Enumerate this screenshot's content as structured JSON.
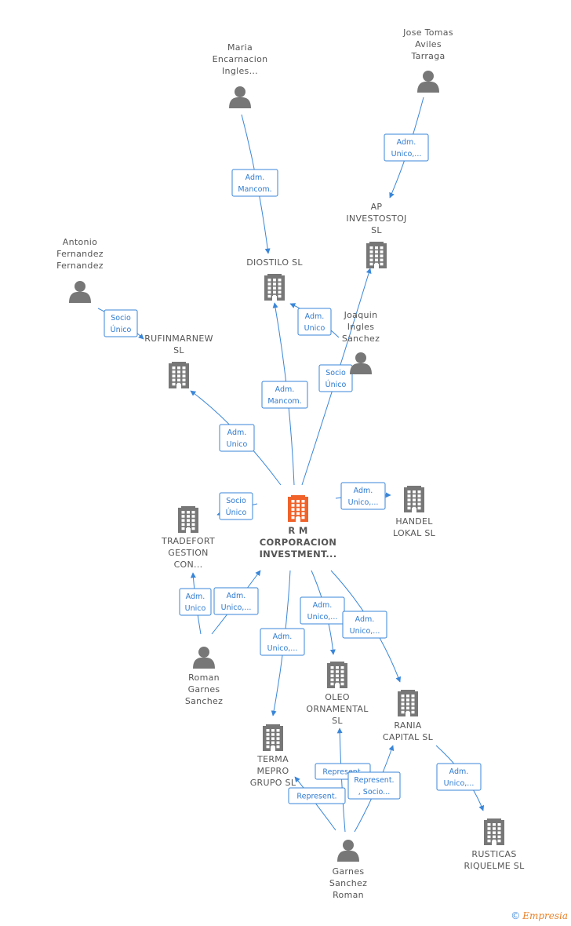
{
  "colors": {
    "edge": "#3a86d8",
    "node": "#777777",
    "highlight": "#f0622a"
  },
  "nodes": [
    {
      "id": "rm",
      "type": "company",
      "highlight": true,
      "lines": [
        "R M",
        "CORPORACION",
        "INVESTMENT..."
      ]
    },
    {
      "id": "maria",
      "type": "person",
      "lines": [
        "Maria",
        "Encarnacion",
        "Ingles..."
      ]
    },
    {
      "id": "jose",
      "type": "person",
      "lines": [
        "Jose Tomas",
        "Aviles",
        "Tarraga"
      ]
    },
    {
      "id": "antonio",
      "type": "person",
      "lines": [
        "Antonio",
        "Fernandez",
        "Fernandez"
      ]
    },
    {
      "id": "joaquin",
      "type": "person",
      "lines": [
        "Joaquin",
        "Ingles",
        "Sanchez"
      ]
    },
    {
      "id": "roman",
      "type": "person",
      "lines": [
        "Roman",
        "Garnes",
        "Sanchez"
      ]
    },
    {
      "id": "garnes",
      "type": "person",
      "lines": [
        "Garnes",
        "Sanchez",
        "Roman"
      ]
    },
    {
      "id": "diostilo",
      "type": "company",
      "lines": [
        "DIOSTILO  SL"
      ]
    },
    {
      "id": "ap",
      "type": "company",
      "lines": [
        "AP",
        "INVESTOSTOJ",
        "SL"
      ]
    },
    {
      "id": "rufin",
      "type": "company",
      "lines": [
        "RUFINMARNEW",
        "SL"
      ]
    },
    {
      "id": "tradefort",
      "type": "company",
      "lines": [
        "TRADEFORT",
        "GESTION",
        "CON..."
      ]
    },
    {
      "id": "handel",
      "type": "company",
      "lines": [
        "HANDEL",
        "LOKAL  SL"
      ]
    },
    {
      "id": "oleo",
      "type": "company",
      "lines": [
        "OLEO",
        "ORNAMENTAL",
        "SL"
      ]
    },
    {
      "id": "rania",
      "type": "company",
      "lines": [
        "RANIA",
        "CAPITAL  SL"
      ]
    },
    {
      "id": "terma",
      "type": "company",
      "lines": [
        "TERMA",
        "MEPRO",
        "GRUPO  SL"
      ]
    },
    {
      "id": "rusticas",
      "type": "company",
      "lines": [
        "RUSTICAS",
        "RIQUELME SL"
      ]
    }
  ],
  "edges": [
    {
      "from": "maria",
      "to": "diostilo",
      "lines": [
        "Adm.",
        "Mancom."
      ]
    },
    {
      "from": "jose",
      "to": "ap",
      "lines": [
        "Adm.",
        "Unico,..."
      ]
    },
    {
      "from": "antonio",
      "to": "rufin",
      "lines": [
        "Socio",
        "Único"
      ]
    },
    {
      "from": "joaquin",
      "to": "diostilo",
      "lines": [
        "Adm.",
        "Unico"
      ]
    },
    {
      "from": "rm",
      "to": "ap",
      "lines": [
        "Socio",
        "Único"
      ]
    },
    {
      "from": "rm",
      "to": "diostilo",
      "lines": [
        "Adm.",
        "Mancom."
      ]
    },
    {
      "from": "rm",
      "to": "rufin",
      "lines": [
        "Adm.",
        "Unico"
      ]
    },
    {
      "from": "rm",
      "to": "tradefort",
      "lines": [
        "Socio",
        "Único"
      ]
    },
    {
      "from": "rm",
      "to": "handel",
      "lines": [
        "Adm.",
        "Unico,..."
      ]
    },
    {
      "from": "roman",
      "to": "tradefort",
      "lines": [
        "Adm.",
        "Unico"
      ]
    },
    {
      "from": "roman",
      "to": "rm",
      "lines": [
        "Adm.",
        "Unico,..."
      ]
    },
    {
      "from": "rm",
      "to": "terma",
      "lines": [
        "Adm.",
        "Unico,..."
      ]
    },
    {
      "from": "rm",
      "to": "oleo",
      "lines": [
        "Adm.",
        "Unico,..."
      ]
    },
    {
      "from": "rm",
      "to": "rania",
      "lines": [
        "Adm.",
        "Unico,..."
      ]
    },
    {
      "from": "garnes",
      "to": "oleo",
      "lines": [
        "Represent."
      ]
    },
    {
      "from": "garnes",
      "to": "rania",
      "lines": [
        "Represent.",
        ", Socio..."
      ]
    },
    {
      "from": "garnes",
      "to": "terma",
      "lines": [
        "Represent."
      ]
    },
    {
      "from": "rania",
      "to": "rusticas",
      "lines": [
        "Adm.",
        "Unico,..."
      ]
    }
  ],
  "footer": {
    "copyright": "©",
    "brand": "Empresia"
  }
}
